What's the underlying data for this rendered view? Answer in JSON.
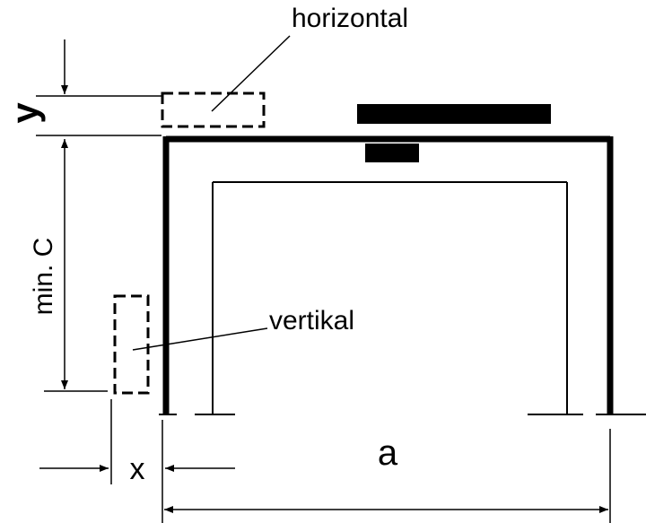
{
  "labels": {
    "horizontal": "horizontal",
    "vertikal": "vertikal",
    "y": "y",
    "min_c": "min. C",
    "x": "x",
    "a": "a"
  },
  "colors": {
    "ink": "#000000",
    "background": "#ffffff"
  }
}
